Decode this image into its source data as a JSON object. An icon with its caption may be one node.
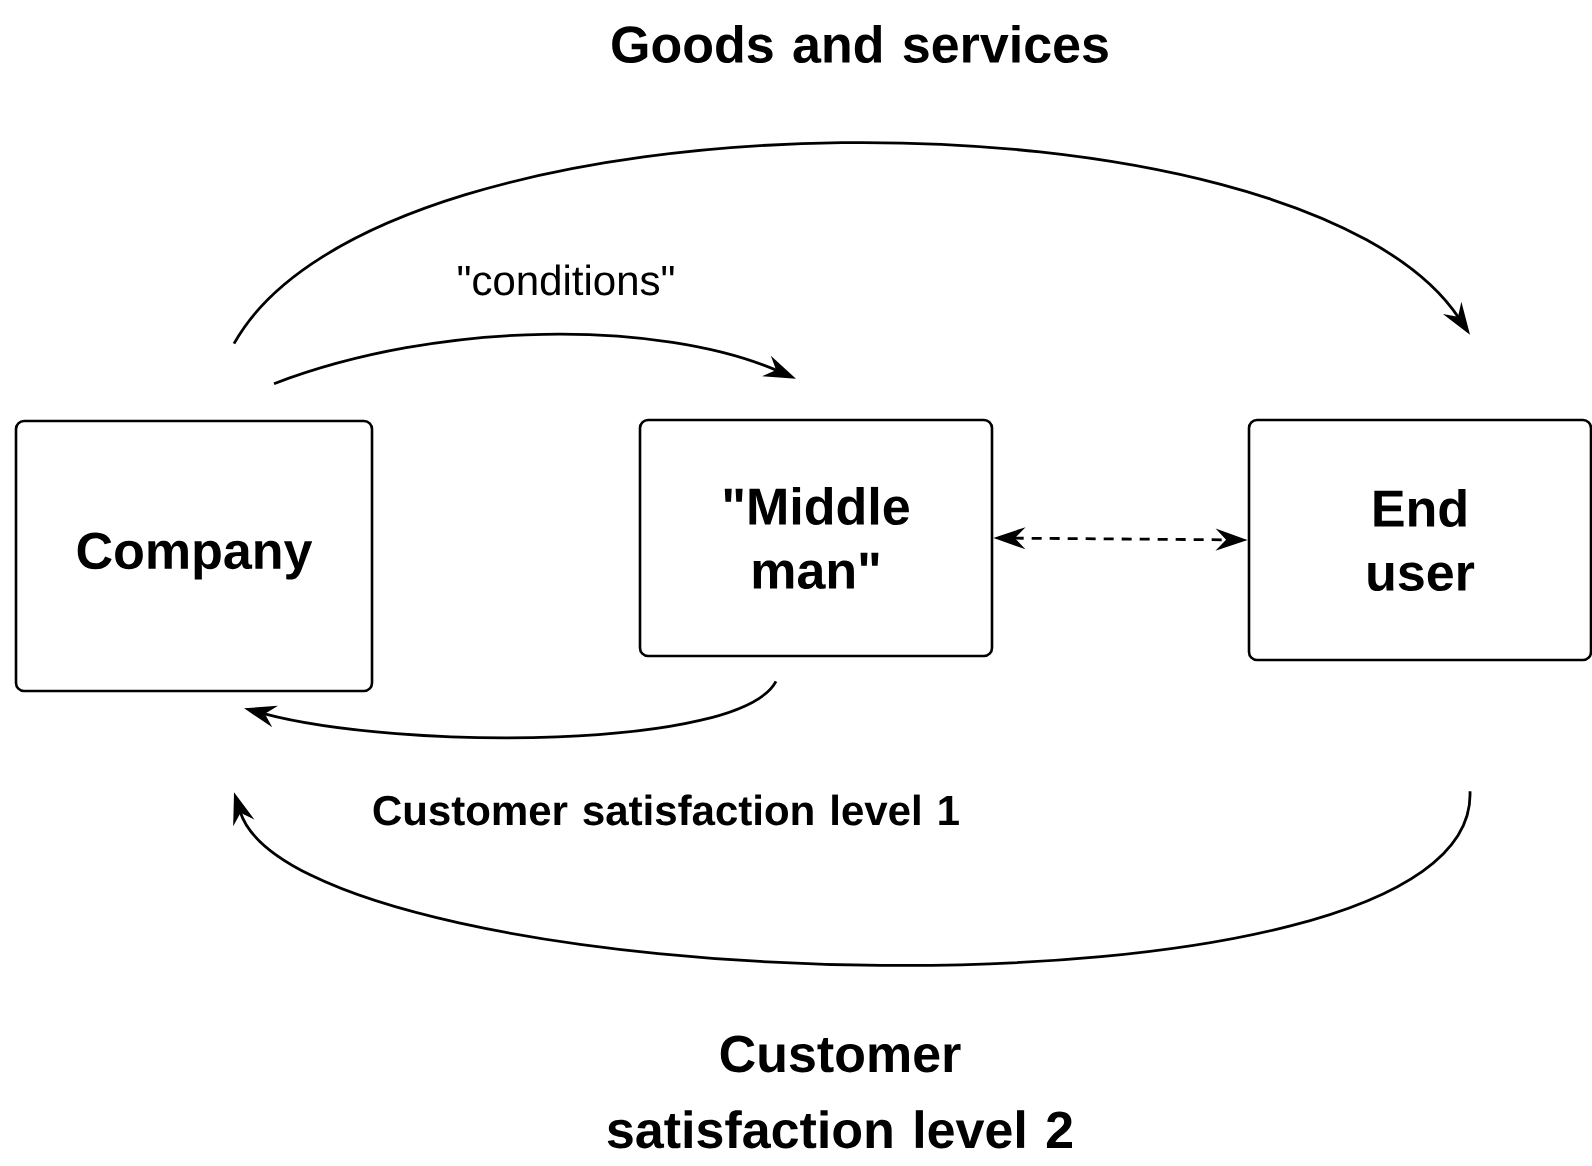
{
  "diagram": {
    "nodes": [
      {
        "text": [
          "Company"
        ]
      },
      {
        "text": [
          "\"Middle man\""
        ]
      },
      {
        "text": [
          "End user"
        ]
      }
    ],
    "edges": [
      {
        "from": 0,
        "to": 2,
        "arrow": "to",
        "label": "Goods and services"
      },
      {
        "from": 0,
        "to": 1,
        "arrow": "to",
        "label": "\"conditions\""
      },
      {
        "from": 1,
        "to": 2,
        "arrow": "both",
        "style": "dashed"
      },
      {
        "from": 1,
        "to": 0,
        "arrow": "to",
        "label": "Customer satisfaction level 1"
      },
      {
        "from": 2,
        "to": 0,
        "arrow": "to",
        "label": "Customer satisfaction level 2"
      }
    ]
  }
}
